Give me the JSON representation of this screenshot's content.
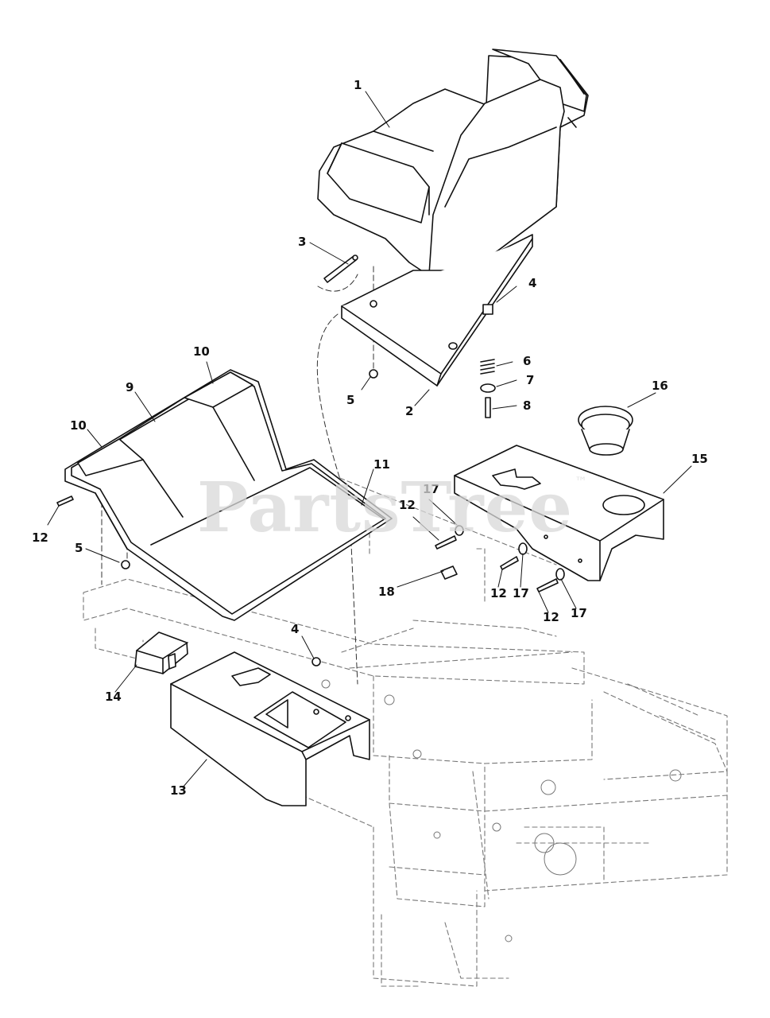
{
  "watermark": {
    "text": "PartsTree",
    "mark": "™"
  },
  "callouts": [
    {
      "id": "c1",
      "text": "1"
    },
    {
      "id": "c2",
      "text": "2"
    },
    {
      "id": "c3",
      "text": "3"
    },
    {
      "id": "c4a",
      "text": "4"
    },
    {
      "id": "c4b",
      "text": "4"
    },
    {
      "id": "c5a",
      "text": "5"
    },
    {
      "id": "c5b",
      "text": "5"
    },
    {
      "id": "c6",
      "text": "6"
    },
    {
      "id": "c7",
      "text": "7"
    },
    {
      "id": "c8",
      "text": "8"
    },
    {
      "id": "c9",
      "text": "9"
    },
    {
      "id": "c10a",
      "text": "10"
    },
    {
      "id": "c10b",
      "text": "10"
    },
    {
      "id": "c11",
      "text": "11"
    },
    {
      "id": "c12a",
      "text": "12"
    },
    {
      "id": "c12b",
      "text": "12"
    },
    {
      "id": "c12c",
      "text": "12"
    },
    {
      "id": "c12d",
      "text": "12"
    },
    {
      "id": "c13",
      "text": "13"
    },
    {
      "id": "c14",
      "text": "14"
    },
    {
      "id": "c15",
      "text": "15"
    },
    {
      "id": "c16",
      "text": "16"
    },
    {
      "id": "c17a",
      "text": "17"
    },
    {
      "id": "c17b",
      "text": "17"
    },
    {
      "id": "c17c",
      "text": "17"
    },
    {
      "id": "c18",
      "text": "18"
    }
  ]
}
